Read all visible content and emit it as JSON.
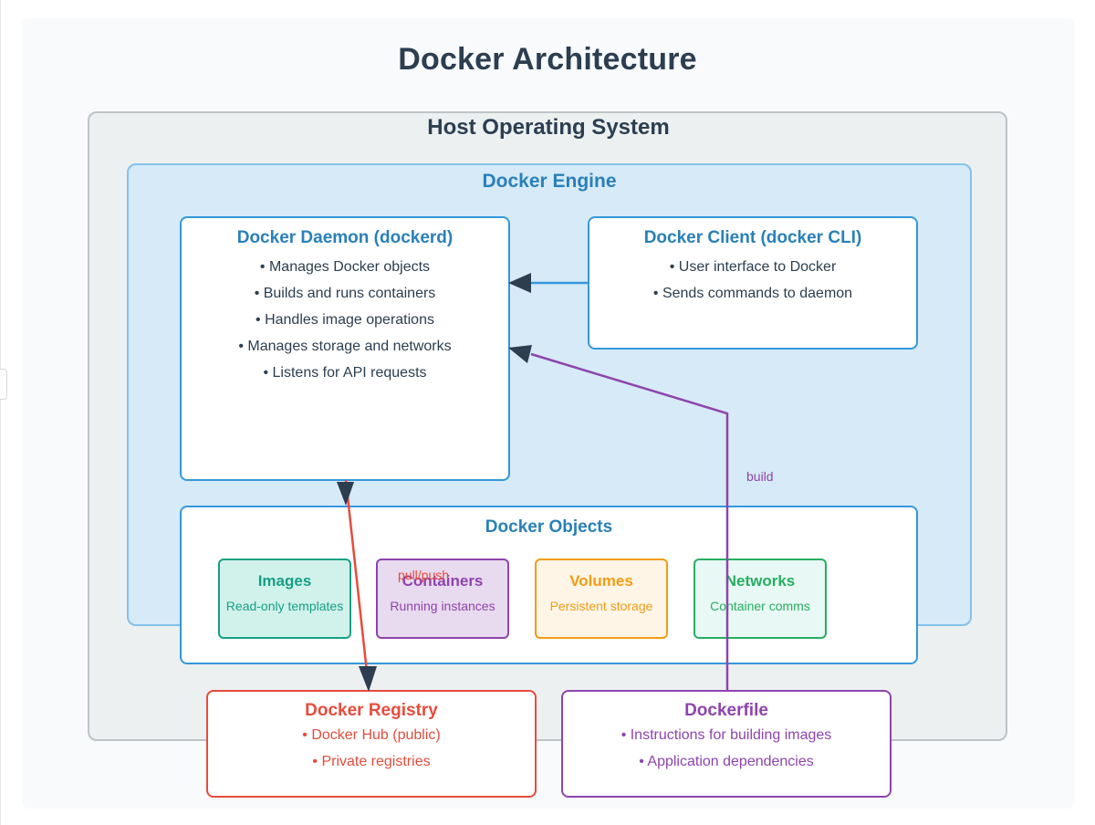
{
  "title": "Docker Architecture",
  "host": {
    "title": "Host Operating System"
  },
  "engine": {
    "title": "Docker Engine",
    "daemon": {
      "title": "Docker Daemon (dockerd)",
      "bullets": [
        "• Manages Docker objects",
        "• Builds and runs containers",
        "• Handles image operations",
        "• Manages storage and networks",
        "• Listens for API requests"
      ]
    },
    "client": {
      "title": "Docker Client (docker CLI)",
      "bullets": [
        "• User interface to Docker",
        "• Sends commands to daemon"
      ]
    },
    "objects": {
      "title": "Docker Objects",
      "items": [
        {
          "title": "Images",
          "desc": "Read-only templates",
          "color": "#16a085",
          "fill": "#d1f2eb"
        },
        {
          "title": "Containers",
          "desc": "Running instances",
          "color": "#8e44ad",
          "fill": "#e8daef"
        },
        {
          "title": "Volumes",
          "desc": "Persistent storage",
          "color": "#f39c12",
          "fill": "#fef5e7"
        },
        {
          "title": "Networks",
          "desc": "Container comms",
          "color": "#27ae60",
          "fill": "#e8f8f5"
        }
      ]
    }
  },
  "registry": {
    "title": "Docker Registry",
    "bullets": [
      "• Docker Hub (public)",
      "• Private registries"
    ],
    "color": "#e74c3c"
  },
  "dockerfile": {
    "title": "Dockerfile",
    "bullets": [
      "• Instructions for building images",
      "• Application dependencies"
    ],
    "color": "#8e44ad"
  },
  "connectors": {
    "client_to_daemon": {
      "color": "#3498db"
    },
    "daemon_registry": {
      "label": "pull/push",
      "color": "#e74c3c"
    },
    "dockerfile_to_daemon": {
      "label": "build",
      "color": "#8e44ad"
    }
  },
  "colors": {
    "title": "#2c3e50",
    "engine_accent": "#2980b9",
    "host_fill": "#ecf0f1",
    "engine_fill": "#d6eaf8",
    "arrowhead": "#2c3e50"
  }
}
